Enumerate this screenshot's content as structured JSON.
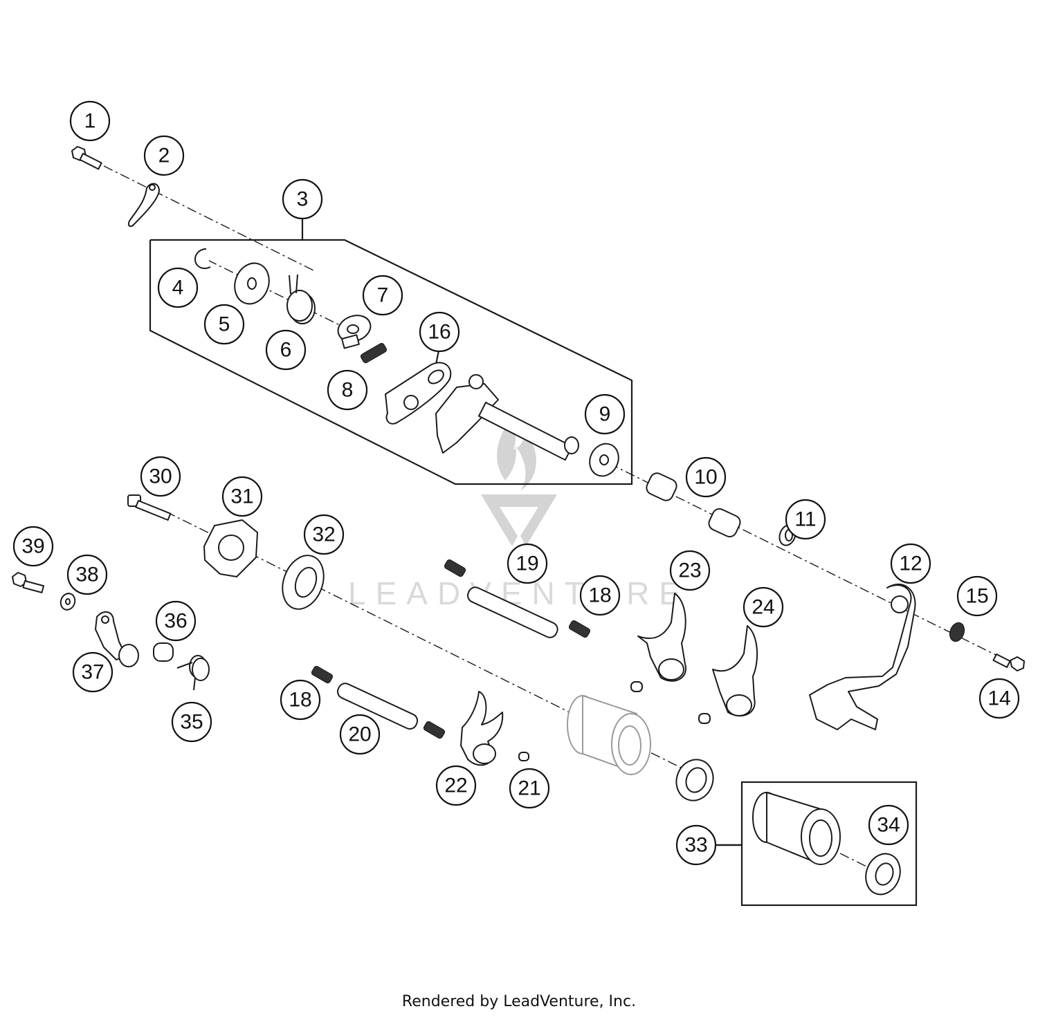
{
  "watermark": {
    "text": "LEADVENTURE"
  },
  "footer": {
    "credit": "Rendered by LeadVenture, Inc."
  },
  "callouts": [
    {
      "id": "c1",
      "label": "1"
    },
    {
      "id": "c2",
      "label": "2"
    },
    {
      "id": "c3",
      "label": "3"
    },
    {
      "id": "c4",
      "label": "4"
    },
    {
      "id": "c5",
      "label": "5"
    },
    {
      "id": "c6",
      "label": "6"
    },
    {
      "id": "c7",
      "label": "7"
    },
    {
      "id": "c8",
      "label": "8"
    },
    {
      "id": "c9",
      "label": "9"
    },
    {
      "id": "c10",
      "label": "10"
    },
    {
      "id": "c11",
      "label": "11"
    },
    {
      "id": "c12",
      "label": "12"
    },
    {
      "id": "c14",
      "label": "14"
    },
    {
      "id": "c15",
      "label": "15"
    },
    {
      "id": "c16",
      "label": "16"
    },
    {
      "id": "c18a",
      "label": "18"
    },
    {
      "id": "c18b",
      "label": "18"
    },
    {
      "id": "c19",
      "label": "19"
    },
    {
      "id": "c20",
      "label": "20"
    },
    {
      "id": "c21",
      "label": "21"
    },
    {
      "id": "c22",
      "label": "22"
    },
    {
      "id": "c23",
      "label": "23"
    },
    {
      "id": "c24",
      "label": "24"
    },
    {
      "id": "c30",
      "label": "30"
    },
    {
      "id": "c31",
      "label": "31"
    },
    {
      "id": "c32",
      "label": "32"
    },
    {
      "id": "c33",
      "label": "33"
    },
    {
      "id": "c34",
      "label": "34"
    },
    {
      "id": "c35",
      "label": "35"
    },
    {
      "id": "c36",
      "label": "36"
    },
    {
      "id": "c37",
      "label": "37"
    },
    {
      "id": "c38",
      "label": "38"
    },
    {
      "id": "c39",
      "label": "39"
    }
  ]
}
